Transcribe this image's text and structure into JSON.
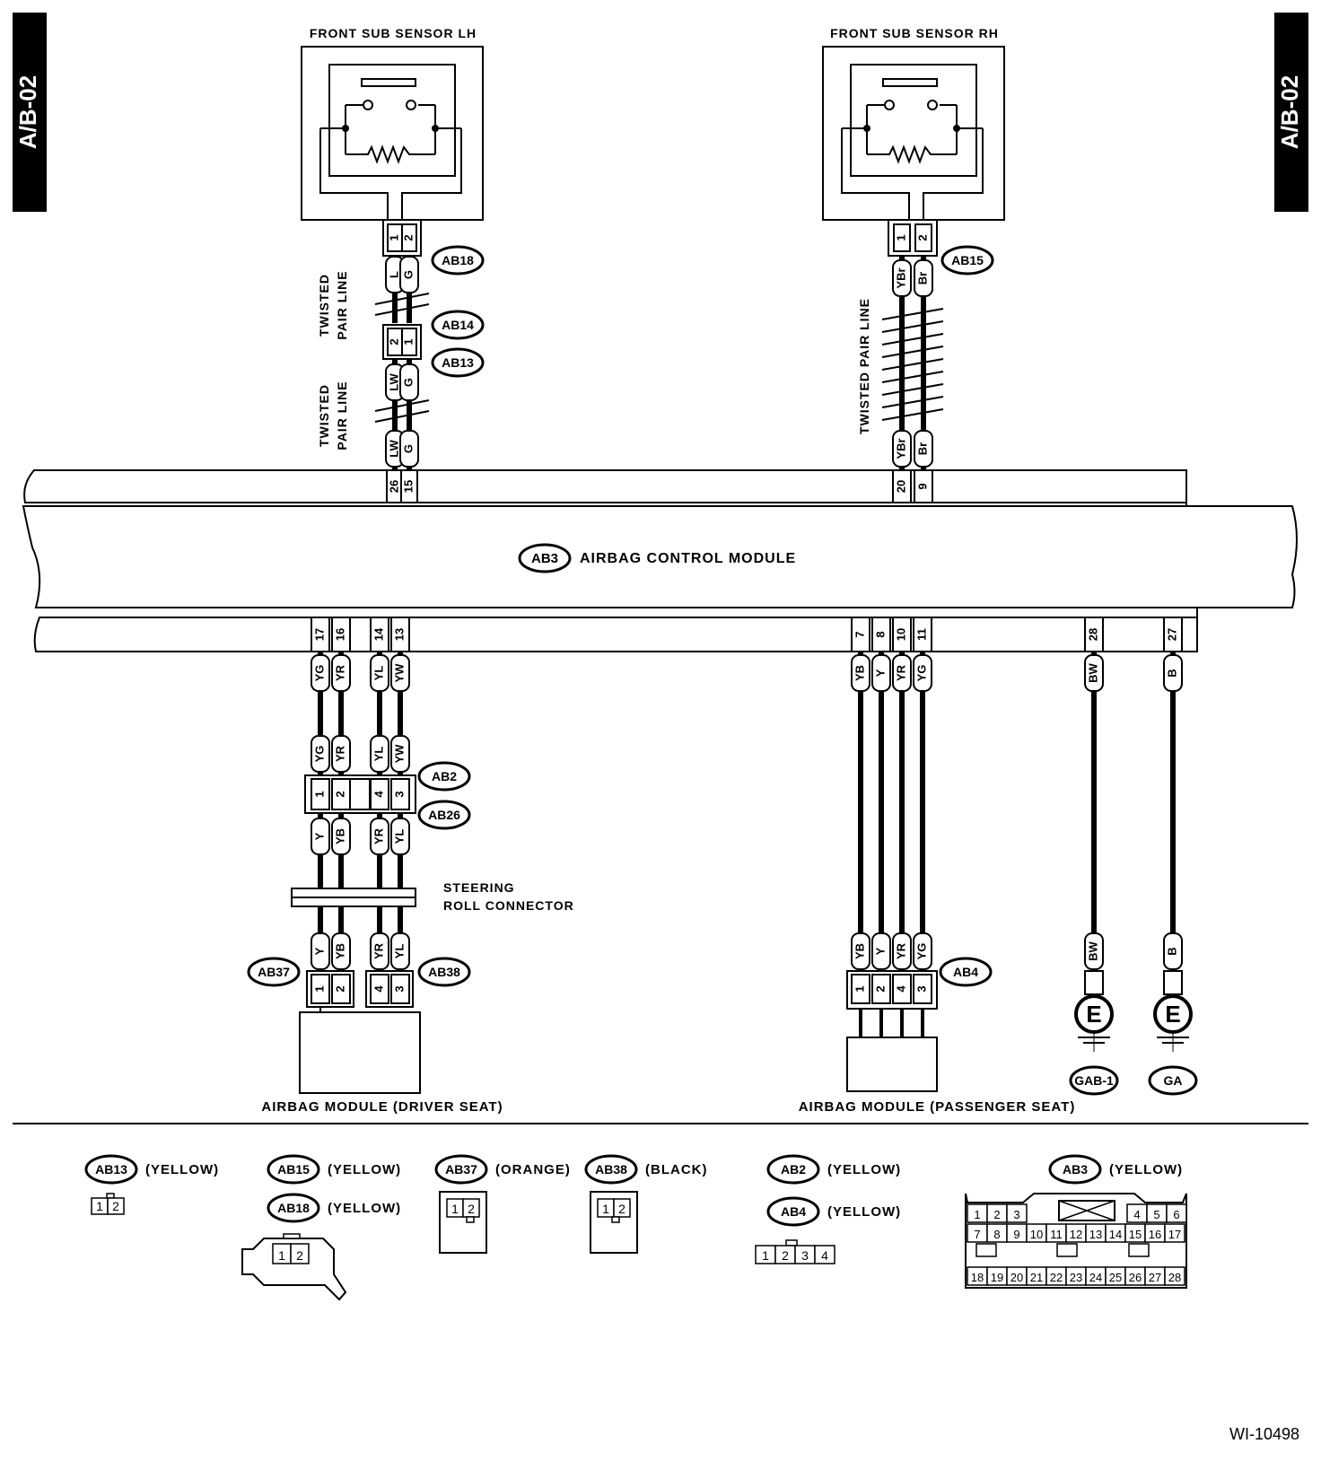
{
  "side_tab": "A/B-02",
  "figure_id": "WI-10498",
  "components": {
    "front_lh": "FRONT SUB SENSOR LH",
    "front_rh": "FRONT SUB SENSOR RH",
    "acm": "AIRBAG CONTROL MODULE",
    "acm_conn": "AB3",
    "roll_line1": "STEERING",
    "roll_line2": "ROLL CONNECTOR",
    "driver": "AIRBAG MODULE (DRIVER SEAT)",
    "passenger": "AIRBAG MODULE (PASSENGER SEAT)",
    "twisted_a": "TWISTED",
    "twisted_b": "PAIR LINE",
    "twisted_full": "TWISTED PAIR LINE"
  },
  "connectors": {
    "ab18": "AB18",
    "ab14": "AB14",
    "ab13": "AB13",
    "ab15": "AB15",
    "ab2": "AB2",
    "ab26": "AB26",
    "ab37": "AB37",
    "ab38": "AB38",
    "ab4": "AB4",
    "gab1": "GAB-1",
    "ga": "GA",
    "earth": "E"
  },
  "lh": {
    "sensor_pins": [
      "1",
      "2"
    ],
    "colors_top": [
      "L",
      "G"
    ],
    "ab13_pins": [
      "2",
      "1"
    ],
    "colors_mid": [
      "LW",
      "G"
    ],
    "colors_bot": [
      "LW",
      "G"
    ],
    "acm_pins": [
      "26",
      "15"
    ]
  },
  "rh": {
    "sensor_pins": [
      "1",
      "2"
    ],
    "colors_top": [
      "YBr",
      "Br"
    ],
    "colors_bot": [
      "YBr",
      "Br"
    ],
    "acm_pins": [
      "20",
      "9"
    ]
  },
  "driver": {
    "acm_pins": [
      "17",
      "16",
      "14",
      "13"
    ],
    "colors_1": [
      "YG",
      "YR",
      "YL",
      "YW"
    ],
    "colors_2": [
      "YG",
      "YR",
      "YL",
      "YW"
    ],
    "ab2_pins": [
      "1",
      "2",
      "4",
      "3"
    ],
    "colors_3": [
      "Y",
      "YB",
      "YR",
      "YL"
    ],
    "colors_4": [
      "Y",
      "YB",
      "YR",
      "YL"
    ],
    "mod_pins": [
      "1",
      "2",
      "4",
      "3"
    ]
  },
  "passenger": {
    "acm_pins": [
      "7",
      "8",
      "10",
      "11"
    ],
    "colors_1": [
      "YB",
      "Y",
      "YR",
      "YG"
    ],
    "colors_2": [
      "YB",
      "Y",
      "YR",
      "YG"
    ],
    "mod_pins": [
      "1",
      "2",
      "4",
      "3"
    ]
  },
  "grounds": {
    "acm_pins": [
      "28",
      "27"
    ],
    "colors": [
      "BW",
      "B"
    ]
  },
  "legend": {
    "ab13": "AB13",
    "ab13_color": "(YELLOW)",
    "ab15": "AB15",
    "ab15_color": "(YELLOW)",
    "ab18": "AB18",
    "ab18_color": "(YELLOW)",
    "ab37": "AB37",
    "ab37_color": "(ORANGE)",
    "ab38": "AB38",
    "ab38_color": "(BLACK)",
    "ab2": "AB2",
    "ab2_color": "(YELLOW)",
    "ab4": "AB4",
    "ab4_color": "(YELLOW)",
    "ab3": "AB3",
    "ab3_color": "(YELLOW)",
    "pins_2": [
      "1",
      "2"
    ],
    "pins_4": [
      "1",
      "2",
      "3",
      "4"
    ],
    "ab3_row1": [
      "1",
      "2",
      "3",
      "",
      "",
      "",
      "",
      "",
      "",
      "",
      "4",
      "5",
      "6"
    ],
    "ab3_row2": [
      "7",
      "8",
      "9",
      "10",
      "11",
      "12",
      "13",
      "14",
      "15",
      "16",
      "17"
    ],
    "ab3_row3": [
      "18",
      "19",
      "20",
      "21",
      "22",
      "23",
      "24",
      "25",
      "26",
      "27",
      "28"
    ]
  }
}
